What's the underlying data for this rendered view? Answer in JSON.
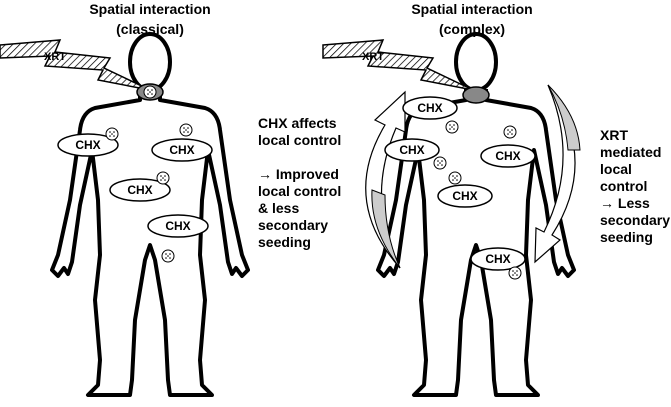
{
  "left": {
    "title": [
      "Spatial interaction",
      "(classical)"
    ],
    "xrt_label": "XRT",
    "chx_label": "CHX",
    "caption": [
      "CHX affects",
      "local control",
      "",
      "→ Improved",
      "local control",
      "& less",
      "secondary",
      "seeding"
    ]
  },
  "right": {
    "title": [
      "Spatial interaction",
      "(complex)"
    ],
    "xrt_label": "XRT",
    "chx_label": "CHX",
    "caption": [
      "XRT",
      "mediated",
      "local",
      "control",
      "→ Less",
      "secondary",
      "seeding"
    ]
  },
  "colors": {
    "tumor_fill": "#888888",
    "arrow_fill": "#cccccc"
  }
}
